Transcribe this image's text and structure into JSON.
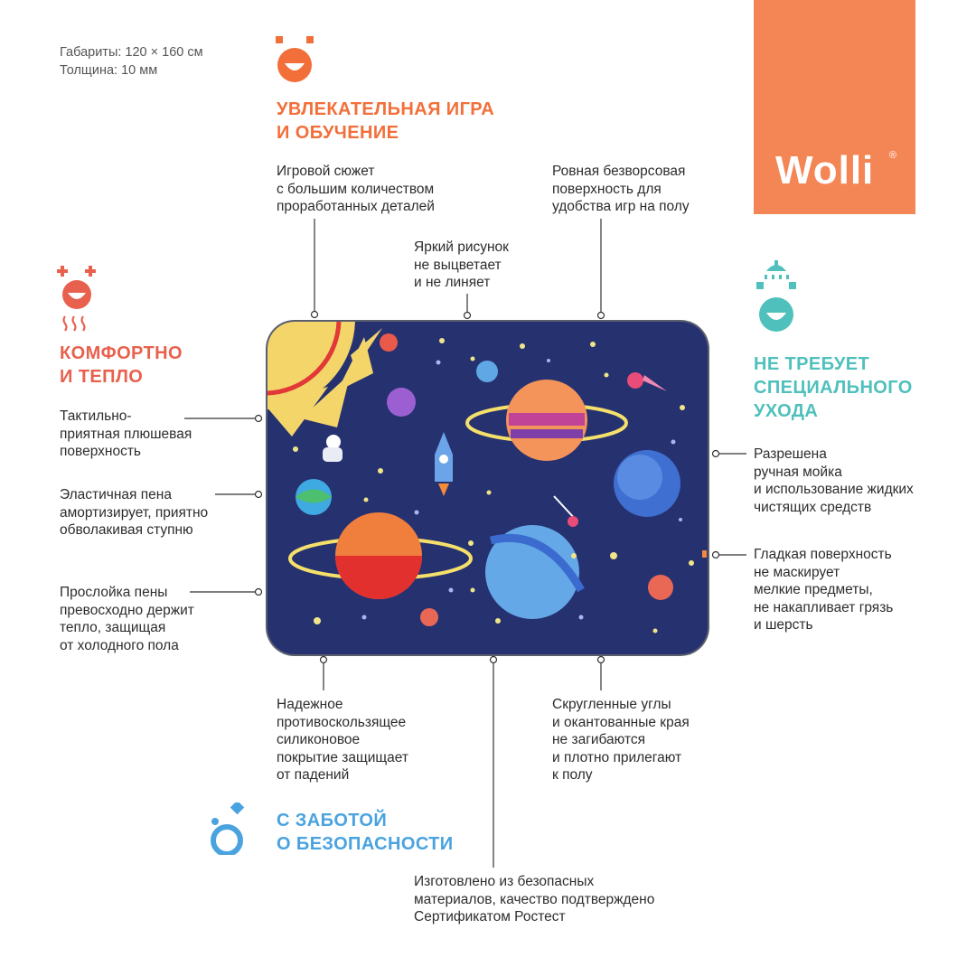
{
  "specs": {
    "dimensions": "Габариты:   120 × 160 см",
    "thickness": "Толщина:  10 мм"
  },
  "brand": {
    "name": "Wolli",
    "reg": "®",
    "bg_color": "#F48656"
  },
  "colors": {
    "orange": "#F26F3A",
    "coral": "#E8614E",
    "teal": "#4FC0BC",
    "blue": "#4AA3DF",
    "mat": "#263170",
    "line": "#333333"
  },
  "sections": {
    "play": {
      "title": "УВЛЕКАТЕЛЬНАЯ ИГРА\nИ ОБУЧЕНИЕ",
      "icon": "happy-face-icon"
    },
    "comfort": {
      "title": "КОМФОРТНО\nИ ТЕПЛО",
      "icon": "warm-face-icon"
    },
    "care": {
      "title": "НЕ ТРЕБУЕТ\nСПЕЦИАЛЬНОГО\nУХОДА",
      "icon": "shower-face-icon"
    },
    "safety": {
      "title": "С ЗАБОТОЙ\nО БЕЗОПАСНОСТИ",
      "icon": "safety-bubbles-icon"
    }
  },
  "callouts": {
    "plot": "Игровой сюжет\nс большим количеством\nпроработанных деталей",
    "surface": "Ровная безворсовая\nповерхность для\nудобства игр  на полу",
    "bright": "Яркий рисунок\nне выцветает\nи не линяет",
    "plush": "Тактильно-\nприятная плюшевая\nповерхность",
    "foam": "Эластичная пена\nамортизирует, приятно\nобволакивая ступню",
    "warm": "Прослойка пены\nпревосходно держит\nтепло, защищая\nот холодного пола",
    "wash": "Разрешена\nручная мойка\nи использование жидких\nчистящих средств",
    "smooth": "Гладкая поверхность\nне маскирует\nмелкие предметы,\nне накапливает грязь\nи шерсть",
    "antislip": "Надежное\nпротивоскользящее\nсиликоновое\nпокрытие защищает\nот падений",
    "corners": "Скругленные углы\nи окантованные края\nне загибаются\nи плотно прилегают\nк полу",
    "materials": "Изготовлено из безопасных\nматериалов, качество подтверждено\nСертификатом Ростест"
  }
}
